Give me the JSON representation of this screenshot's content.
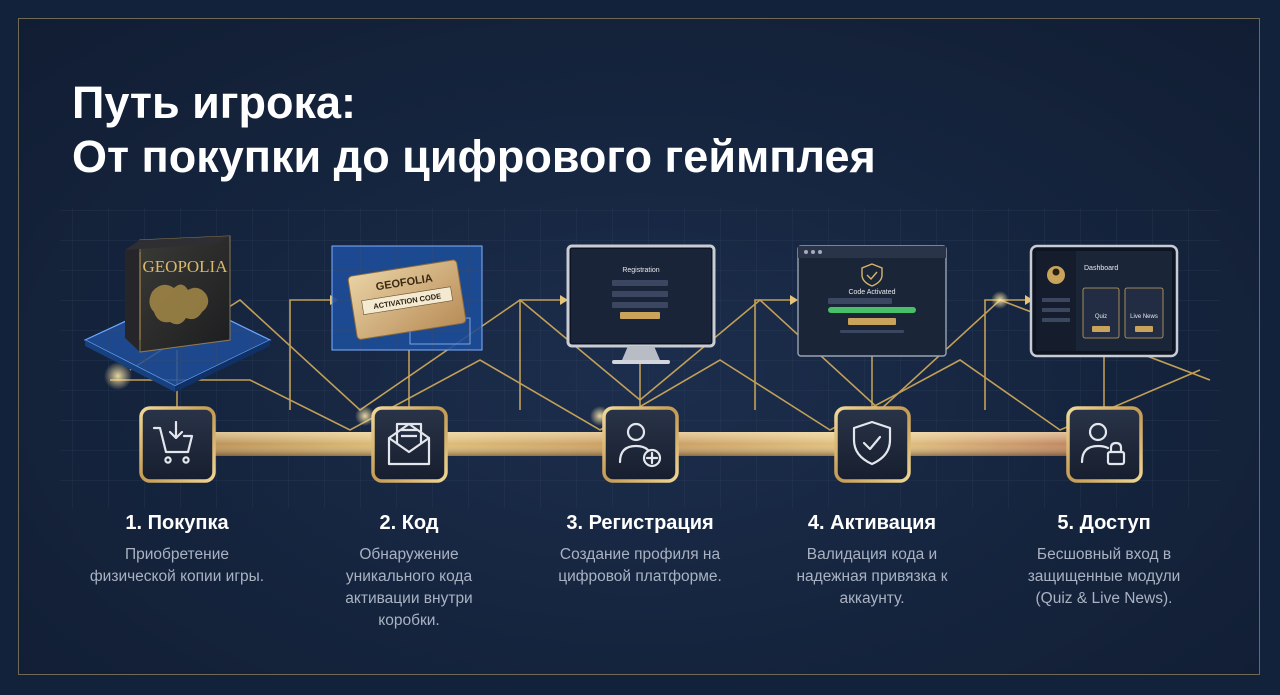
{
  "title": {
    "line1": "Путь игрока:",
    "line2": "От покупки до цифрового геймплея"
  },
  "steps": [
    {
      "title": "1. Покупка",
      "description": "Приобретение физической копии игры.",
      "icon": "shopping-cart-download-icon"
    },
    {
      "title": "2. Код",
      "description": "Обнаружение уникального кода активации внутри коробки.",
      "icon": "envelope-letter-icon"
    },
    {
      "title": "3. Регистрация",
      "description": "Создание профиля на цифровой платформе.",
      "icon": "user-add-icon"
    },
    {
      "title": "4. Активация",
      "description": "Валидация кода и надежная привязка к аккаунту.",
      "icon": "shield-check-icon"
    },
    {
      "title": "5. Доступ",
      "description": "Бесшовный вход в защищенные модули (Quiz & Live News).",
      "icon": "user-lock-icon"
    }
  ],
  "illustrations": {
    "box_brand": "GEOPOLIA",
    "card_brand": "GEOFOLIA",
    "card_label": "ACTIVATION CODE",
    "registration_title": "Registration",
    "activation_title": "Code Activated",
    "dashboard_title": "Dashboard",
    "dashboard_tile_1": "Quiz",
    "dashboard_tile_2": "Live News"
  },
  "colors": {
    "background": "#13223b",
    "gold": "#d8b25a",
    "copper": "#b9835a",
    "text": "#ffffff",
    "muted_text": "#a9b2c2"
  }
}
